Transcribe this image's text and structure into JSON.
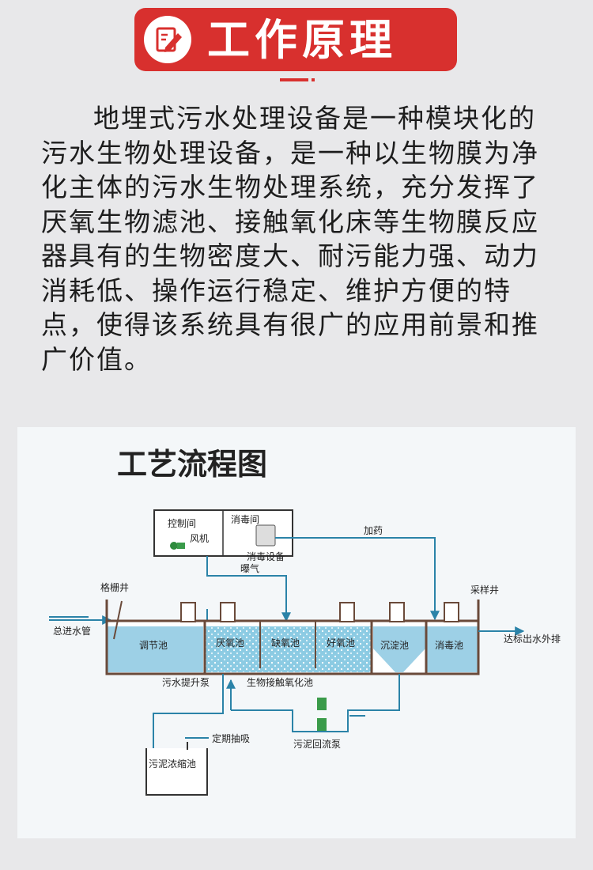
{
  "header": {
    "title": "工作原理",
    "icon": "edit-icon"
  },
  "intro": {
    "text": "地埋式污水处理设备是一种模块化的污水生物处理设备，是一种以生物膜为净化主体的污水生物处理系统，充分发挥了厌氧生物滤池、接触氧化床等生物膜反应器具有的生物密度大、耐污能力强、动力消耗低、操作运行稳定、维护方便的特点，使得该系统具有很广的应用前景和推广价值。"
  },
  "diagram": {
    "title": "工艺流程图",
    "labels": {
      "control_room": "控制间",
      "disinfection_room": "消毒间",
      "blower": "风机",
      "disinfection_equipment": "消毒设备",
      "dosing": "加药",
      "aeration": "曝气",
      "grille_well": "格栅井",
      "sampling_well": "采样井",
      "main_inlet": "总进水管",
      "outlet": "达标出水外排",
      "regulating_tank": "调节池",
      "anaerobic_tank": "厌氧池",
      "anoxic_tank": "缺氧池",
      "aerobic_tank": "好氧池",
      "sedimentation_tank": "沉淀池",
      "disinfection_tank": "消毒池",
      "lift_pump": "污水提升泵",
      "bio_contact_oxidation": "生物接触氧化池",
      "sludge_thickener": "污泥浓缩池",
      "periodic_pumping": "定期抽吸",
      "sludge_return_pump": "污泥回流泵"
    },
    "colors": {
      "water": "#7ec3df",
      "pipe": "#2b83a8",
      "wall": "#6a4a3a",
      "arrow": "#2b83a8"
    }
  }
}
